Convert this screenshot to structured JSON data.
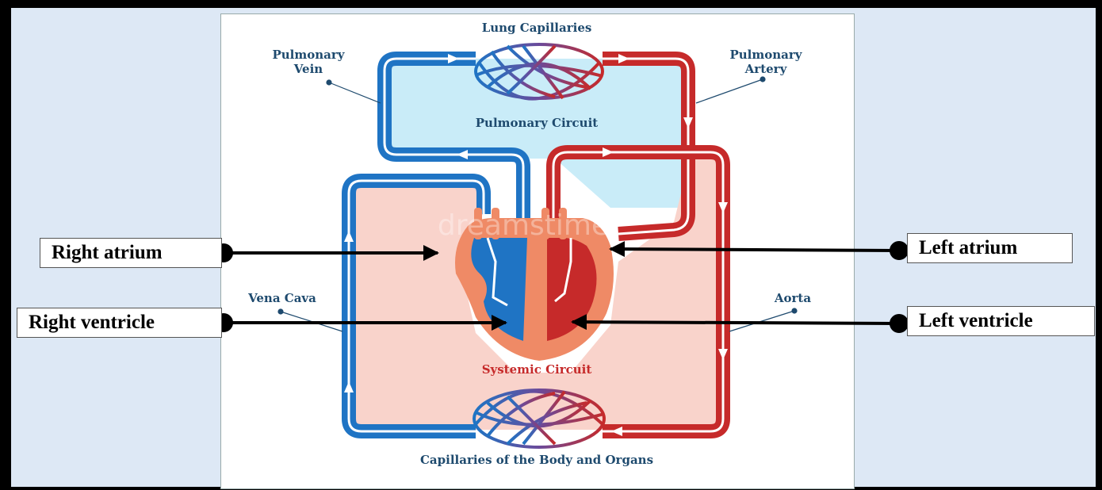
{
  "diagram": {
    "labels": {
      "lung_capillaries": "Lung Capillaries",
      "pulmonary_vein_1": "Pulmonary",
      "pulmonary_vein_2": "Vein",
      "pulmonary_artery_1": "Pulmonary",
      "pulmonary_artery_2": "Artery",
      "pulmonary_circuit": "Pulmonary Circuit",
      "vena_cava": "Vena Cava",
      "aorta": "Aorta",
      "systemic_circuit": "Systemic Circuit",
      "body_capillaries": "Capillaries of the Body and Organs",
      "watermark": "dreamstime"
    },
    "callouts": {
      "right_atrium": "Right atrium",
      "right_ventricle": "Right ventricle",
      "left_atrium": "Left atrium",
      "left_ventricle": "Left ventricle"
    },
    "colors": {
      "oxygen_poor": "#1f74c4",
      "oxygen_rich": "#c62a2a",
      "pulmonary_fill": "#c9ecf8",
      "systemic_fill": "#f9d3cb",
      "heart": "#ef8a66",
      "label_text": "#1e4a6e",
      "page_background": "#dde8f5"
    }
  }
}
